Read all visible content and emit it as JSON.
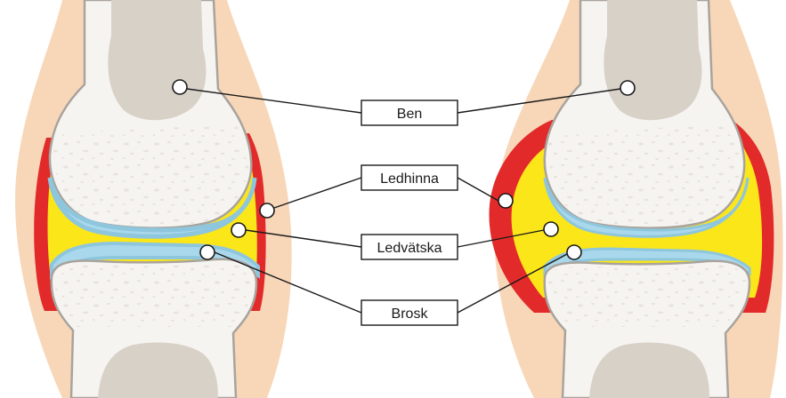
{
  "labels": {
    "bone": "Ben",
    "synovial_membrane": "Ledhinna",
    "synovial_fluid": "Ledvätska",
    "cartilage": "Brosk"
  },
  "colors": {
    "skin": "#f8d7b8",
    "bone_outline": "#a9a39c",
    "bone_fill": "#f6f4f1",
    "marrow": "#d8d1c8",
    "cartilage": "#a9d8ec",
    "synovial_fluid": "#fbe61a",
    "synovial_membrane": "#e32a2a"
  }
}
